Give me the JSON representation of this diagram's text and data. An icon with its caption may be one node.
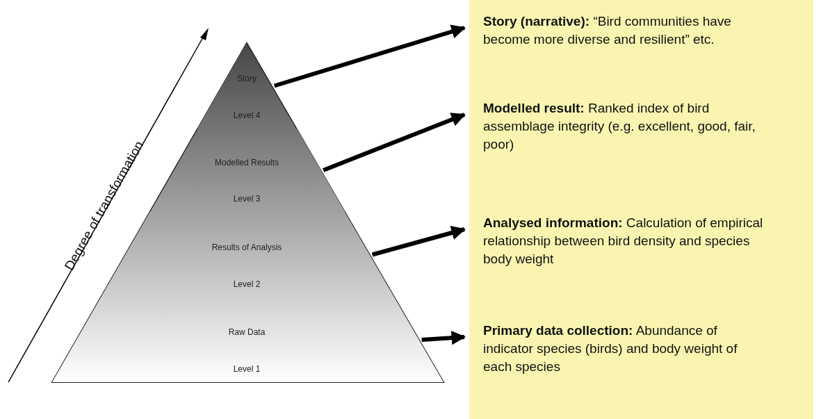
{
  "diagram": {
    "nodes": [
      {
        "text": [
          "Story",
          "Level 4"
        ]
      },
      {
        "text": [
          "Modelled Results",
          "Level 3"
        ]
      },
      {
        "text": [
          "Results of Analysis",
          "Level 2"
        ]
      },
      {
        "text": [
          "Raw Data",
          "Level 1"
        ]
      },
      {
        "text": [],
        "shape": "box"
      },
      {
        "text": [
          "**Story (narrative):** “Bird communities have become more diverse and resilient” etc."
        ],
        "in": 4
      },
      {
        "text": [
          "**Modelled result:** Ranked index of bird assemblage integrity (e.g. excellent, good, fair, poor)"
        ],
        "in": 4
      },
      {
        "text": [
          "**Analysed information:** Calculation of empirical relationship between bird density and species body weight"
        ],
        "in": 4
      },
      {
        "text": [
          "**Primary data collection:** Abundance of indicator species (birds) and body weight of each species"
        ],
        "in": 4
      }
    ],
    "edges": [
      {
        "from": 0,
        "to": 5,
        "arrow": "to"
      },
      {
        "from": 1,
        "to": 6,
        "arrow": "to"
      },
      {
        "from": 2,
        "to": 7,
        "arrow": "to"
      },
      {
        "from": 3,
        "to": 8,
        "arrow": "to"
      }
    ],
    "labels": [
      "Degree of transformation"
    ]
  }
}
